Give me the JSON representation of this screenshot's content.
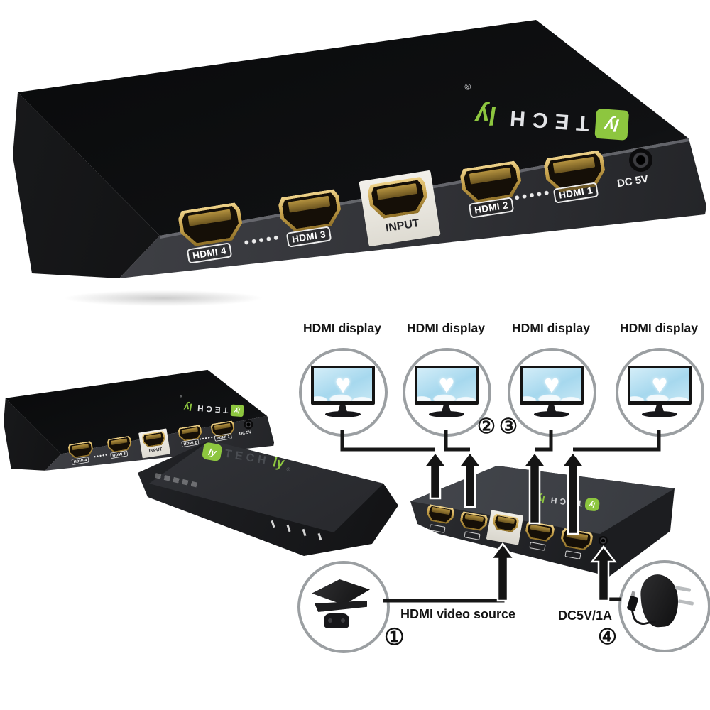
{
  "brand": {
    "word": "TECH",
    "script": "ly",
    "badge": "ly",
    "registered": "®",
    "green": "#8dc63f"
  },
  "hero_device": {
    "ports": [
      {
        "label": "HDMI 4"
      },
      {
        "label": "HDMI 3"
      },
      {
        "label": "INPUT"
      },
      {
        "label": "HDMI 2"
      },
      {
        "label": "HDMI 1"
      }
    ],
    "power_label": "DC 5V"
  },
  "diagram": {
    "displays": [
      {
        "label": "HDMI display"
      },
      {
        "label": "HDMI display"
      },
      {
        "label": "HDMI display"
      },
      {
        "label": "HDMI display"
      }
    ],
    "badge_1": "①",
    "badge_2": "②",
    "badge_3": "③",
    "badge_4": "④",
    "source_label": "HDMI video source",
    "power_label": "DC5V/1A",
    "screen_glyph": "♥"
  },
  "colors": {
    "hdmi_gold": "#c9a44e",
    "screen_blue": "#a6d8ee",
    "line": "#171717",
    "circle_stroke": "#9b9fa2"
  }
}
